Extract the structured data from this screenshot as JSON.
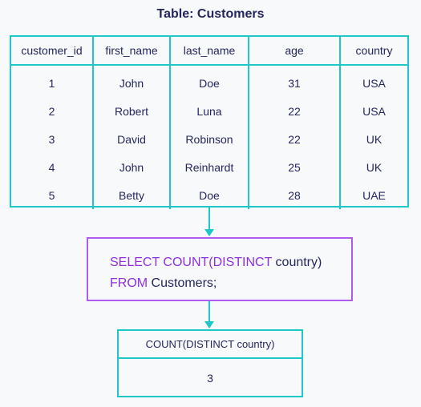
{
  "table": {
    "title": "Table: Customers",
    "columns": [
      "customer_id",
      "first_name",
      "last_name",
      "age",
      "country"
    ],
    "rows": [
      [
        "1",
        "John",
        "Doe",
        "31",
        "USA"
      ],
      [
        "2",
        "Robert",
        "Luna",
        "22",
        "USA"
      ],
      [
        "3",
        "David",
        "Robinson",
        "22",
        "UK"
      ],
      [
        "4",
        "John",
        "Reinhardt",
        "25",
        "UK"
      ],
      [
        "5",
        "Betty",
        "Doe",
        "28",
        "UAE"
      ]
    ]
  },
  "query": {
    "line1_keyword": "SELECT COUNT(DISTINCT",
    "line1_rest": " country)",
    "line2_keyword": "FROM",
    "line2_rest": " Customers;"
  },
  "result": {
    "header": "COUNT(DISTINCT country)",
    "value": "3"
  },
  "colors": {
    "accent": "#1fc7c7",
    "query_border": "#b05cf0",
    "keyword": "#8e2fe0",
    "text": "#25265e"
  }
}
